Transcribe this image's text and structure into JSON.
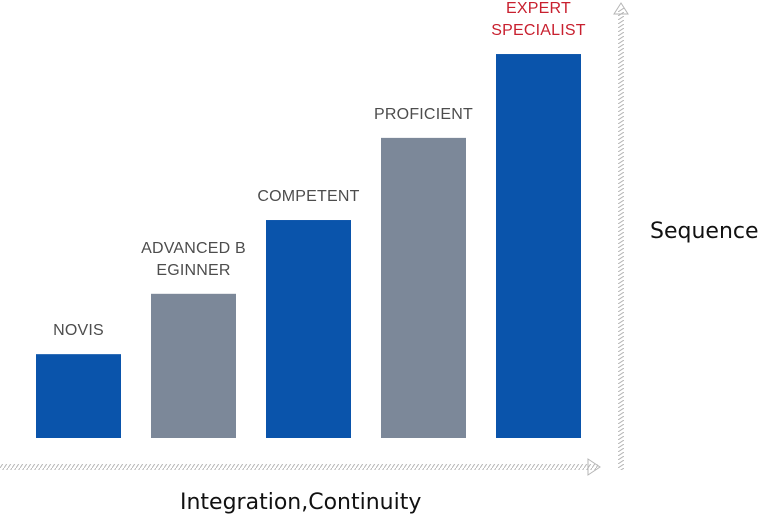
{
  "chart_data": {
    "type": "bar",
    "categories": [
      [
        "NOVIS"
      ],
      [
        "ADVANCED B",
        "EGINNER"
      ],
      [
        "COMPETENT"
      ],
      [
        "PROFICIENT"
      ],
      [
        "EXPERT",
        "SPECIALIST"
      ]
    ],
    "values": [
      1,
      1.72,
      2.6,
      3.58,
      4.58
    ],
    "bar_colors": [
      "#0a54ab",
      "#7c8899",
      "#0a54ab",
      "#7c8899",
      "#0a54ab"
    ],
    "label_colors": [
      "#4d4d4d",
      "#4d4d4d",
      "#4d4d4d",
      "#4d4d4d",
      "#c8202f"
    ],
    "xlabel": "Integration,Continuity",
    "ylabel": "Sequence",
    "ylim": [
      0,
      5
    ],
    "grid": false
  }
}
